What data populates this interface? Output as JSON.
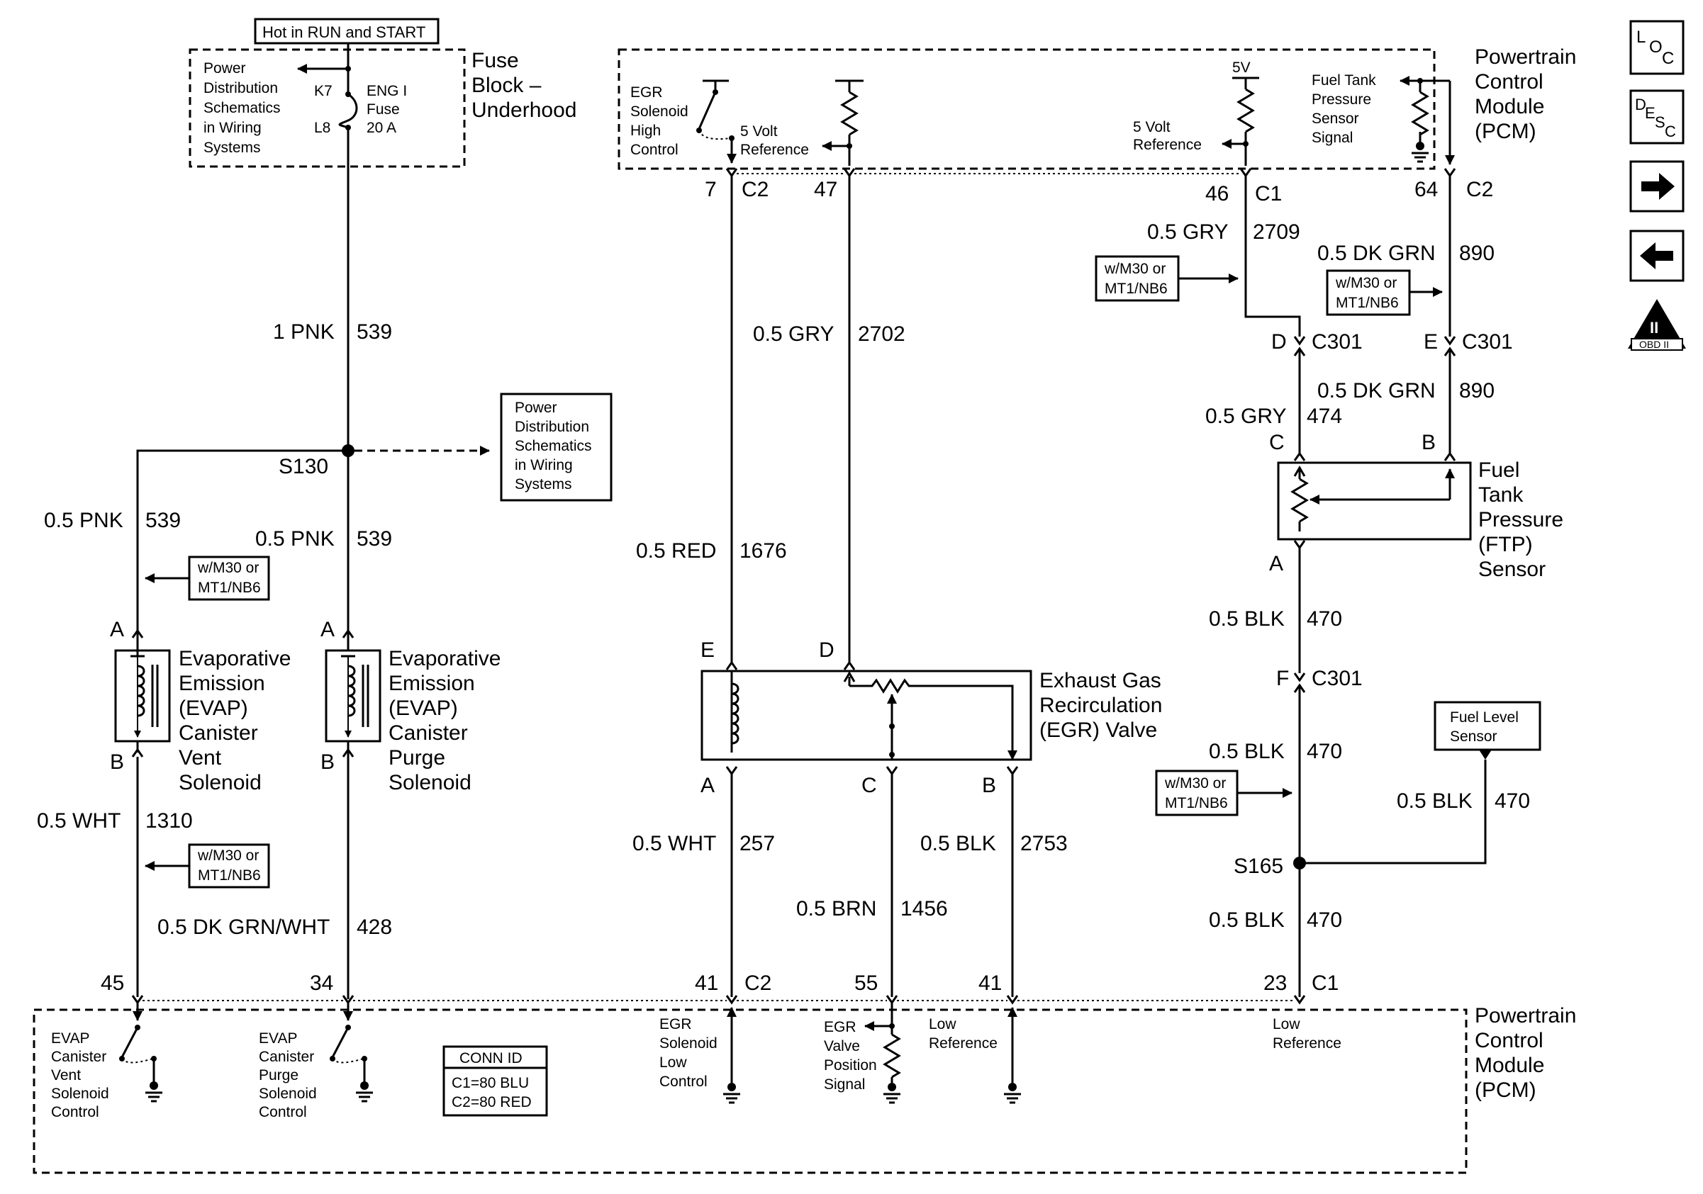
{
  "header": {
    "hot_label": "Hot in RUN and START"
  },
  "fuse_block": {
    "title": [
      "Fuse",
      "Block –",
      "Underhood"
    ],
    "ref": [
      "Power",
      "Distribution",
      "Schematics",
      "in Wiring",
      "Systems"
    ],
    "pins": [
      "K7",
      "L8"
    ],
    "fuse": [
      "ENG I",
      "Fuse",
      "20 A"
    ]
  },
  "pcm_top": {
    "title": [
      "Powertrain",
      "Control",
      "Module",
      "(PCM)"
    ],
    "egr_high": [
      "EGR",
      "Solenoid",
      "High",
      "Control"
    ],
    "ref5v_left": [
      "5 Volt",
      "Reference"
    ],
    "five_v": "5V",
    "ref5v_right": [
      "5 Volt",
      "Reference"
    ],
    "ftp_signal": [
      "Fuel Tank",
      "Pressure",
      "Sensor",
      "Signal"
    ],
    "pins": {
      "p7": "7",
      "c2a": "C2",
      "p47": "47",
      "p46": "46",
      "c1": "C1",
      "p64": "64",
      "c2b": "C2"
    }
  },
  "wires": {
    "pnk1": [
      "1 PNK",
      "539"
    ],
    "pnk_left": [
      "0.5 PNK",
      "539"
    ],
    "pnk_right": [
      "0.5 PNK",
      "539"
    ],
    "wht1310": [
      "0.5 WHT",
      "1310"
    ],
    "dkgrnwht": [
      "0.5 DK GRN/WHT",
      "428"
    ],
    "gry2702": [
      "0.5 GRY",
      "2702"
    ],
    "red1676": [
      "0.5 RED",
      "1676"
    ],
    "wht257": [
      "0.5 WHT",
      "257"
    ],
    "brn1456": [
      "0.5 BRN",
      "1456"
    ],
    "blk2753": [
      "0.5 BLK",
      "2753"
    ],
    "gry2709": [
      "0.5 GRY",
      "2709"
    ],
    "dkgrn890a": [
      "0.5 DK GRN",
      "890"
    ],
    "dkgrn890b": [
      "0.5 DK GRN",
      "890"
    ],
    "gry474": [
      "0.5 GRY",
      "474"
    ],
    "blk470a": [
      "0.5 BLK",
      "470"
    ],
    "blk470b": [
      "0.5 BLK",
      "470"
    ],
    "blk470c": [
      "0.5 BLK",
      "470"
    ],
    "blk470d": [
      "0.5 BLK",
      "470"
    ]
  },
  "splices": {
    "s130": "S130",
    "s165": "S165"
  },
  "power_ref": [
    "Power",
    "Distribution",
    "Schematics",
    "in Wiring",
    "Systems"
  ],
  "option_label": [
    "w/M30 or",
    "MT1/NB6"
  ],
  "evap_vent": {
    "name": [
      "Evaporative",
      "Emission",
      "(EVAP)",
      "Canister",
      "Vent",
      "Solenoid"
    ],
    "pin_a": "A",
    "pin_b": "B"
  },
  "evap_purge": {
    "name": [
      "Evaporative",
      "Emission",
      "(EVAP)",
      "Canister",
      "Purge",
      "Solenoid"
    ],
    "pin_a": "A",
    "pin_b": "B"
  },
  "egr_valve": {
    "name": [
      "Exhaust Gas",
      "Recirculation",
      "(EGR) Valve"
    ],
    "pins": {
      "e": "E",
      "d": "D",
      "a": "A",
      "c": "C",
      "b": "B"
    }
  },
  "ftp_sensor": {
    "name": [
      "Fuel",
      "Tank",
      "Pressure",
      "(FTP)",
      "Sensor"
    ],
    "pins": {
      "c": "C",
      "b": "B",
      "a": "A"
    }
  },
  "c301": {
    "d": "D",
    "e": "E",
    "f": "F",
    "label": "C301"
  },
  "fuel_level": [
    "Fuel Level",
    "Sensor"
  ],
  "pcm_bottom": {
    "title": [
      "Powertrain",
      "Control",
      "Module",
      "(PCM)"
    ],
    "pins": {
      "p45": "45",
      "p34": "34",
      "p41a": "41",
      "c2": "C2",
      "p55": "55",
      "p41b": "41",
      "p23": "23",
      "c1": "C1"
    },
    "vent_ctrl": [
      "EVAP",
      "Canister",
      "Vent",
      "Solenoid",
      "Control"
    ],
    "purge_ctrl": [
      "EVAP",
      "Canister",
      "Purge",
      "Solenoid",
      "Control"
    ],
    "conn_id": [
      "CONN ID",
      "C1=80 BLU",
      "C2=80 RED"
    ],
    "egr_low": [
      "EGR",
      "Solenoid",
      "Low",
      "Control"
    ],
    "egr_pos": [
      "EGR",
      "Valve",
      "Position",
      "Signal"
    ],
    "low_ref1": [
      "Low",
      "Reference"
    ],
    "low_ref2": [
      "Low",
      "Reference"
    ]
  },
  "side_nav": {
    "loc": [
      "L",
      "O",
      "C"
    ],
    "desc": [
      "D",
      "E",
      "S",
      "C"
    ],
    "obd": [
      "II",
      "OBD II"
    ]
  }
}
